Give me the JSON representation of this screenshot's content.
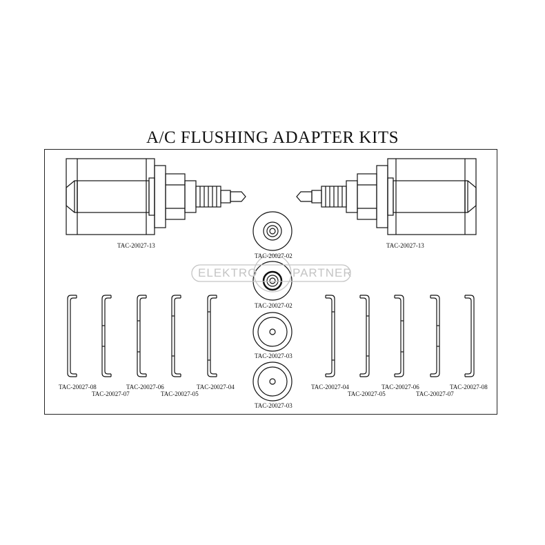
{
  "title": "A/C  FLUSHING ADAPTER KITS",
  "watermark": {
    "left": "ELEKTRO",
    "right": "PARTNER"
  },
  "labels": {
    "adapter_left": "TAC-20027-13",
    "adapter_right": "TAC-20027-13",
    "disc_1": "TAC-20027-02",
    "disc_2": "TAC-20027-02",
    "disc_3": "TAC-20027-03",
    "disc_4": "TAC-20027-03",
    "left_08": "TAC-20027-08",
    "left_07": "TAC-20027-07",
    "left_06": "TAC-20027-06",
    "left_05": "TAC-20027-05",
    "left_04": "TAC-20027-04",
    "right_04": "TAC-20027-04",
    "right_05": "TAC-20027-05",
    "right_06": "TAC-20027-06",
    "right_07": "TAC-20027-07",
    "right_08": "TAC-20027-08"
  },
  "colors": {
    "line": "#111111",
    "watermark": "#c4c4c4"
  }
}
